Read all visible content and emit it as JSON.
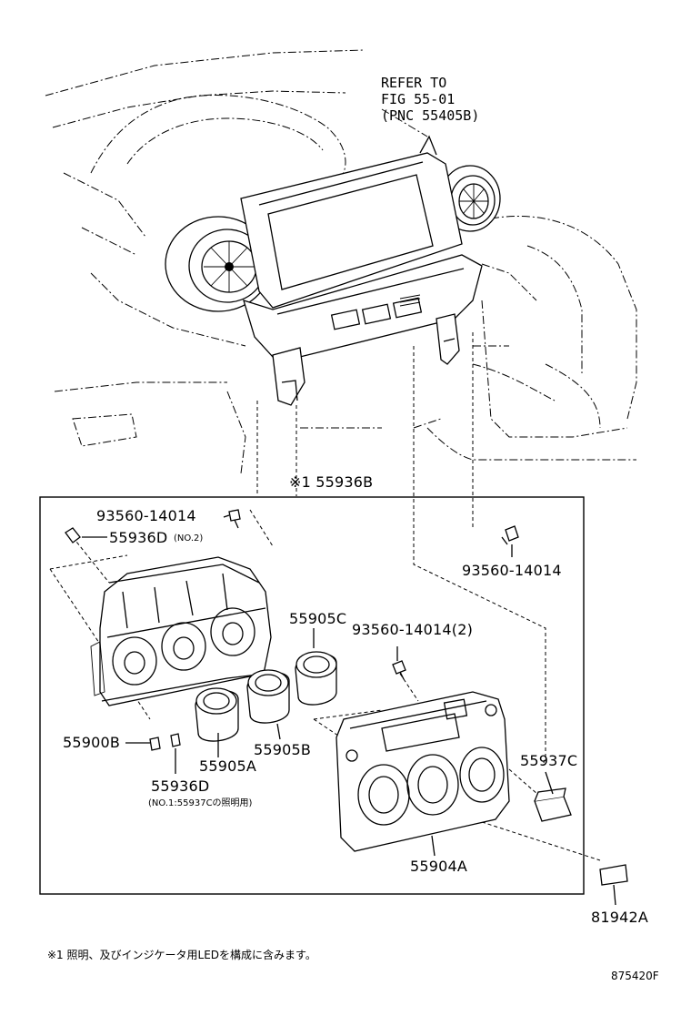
{
  "refer_note": [
    "REFER TO",
    "FIG 55-01",
    "(PNC 55405B)"
  ],
  "labels": {
    "top_assembly": "※1 55936B",
    "screw_top_left": "93560-14014",
    "bulb_no2": "55936D",
    "bulb_no2_note": "(NO.2)",
    "screw_right": "93560-14014",
    "knob_c": "55905C",
    "screw_pair": "93560-14014(2)",
    "bulb_screw": "55900B",
    "knob_b": "55905B",
    "knob_a": "55905A",
    "bulb_no1": "55936D",
    "bulb_no1_note": "(NO.1:55937Cの照明用)",
    "switch": "55937C",
    "control_panel": "55904A",
    "plate": "81942A"
  },
  "footnote": "※1 照明、及びインジケータ用LEDを構成に含みます。",
  "figure_id": "875420F"
}
